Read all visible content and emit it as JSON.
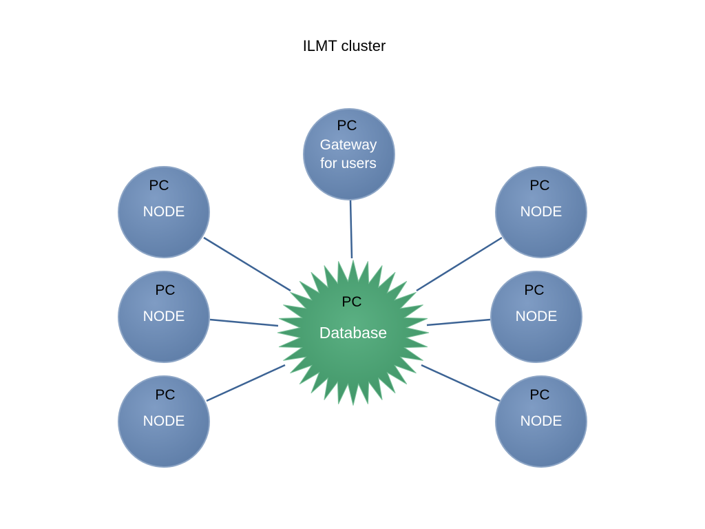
{
  "title": "ILMT cluster",
  "center": {
    "label_top": "PC",
    "label_main": "Database",
    "color": "#4ea374"
  },
  "gateway": {
    "label_top": "PC",
    "label_line1": "Gateway",
    "label_line2": "for users"
  },
  "nodes": [
    {
      "label_top": "PC",
      "label_main": "NODE"
    },
    {
      "label_top": "PC",
      "label_main": "NODE"
    },
    {
      "label_top": "PC",
      "label_main": "NODE"
    },
    {
      "label_top": "PC",
      "label_main": "NODE"
    },
    {
      "label_top": "PC",
      "label_main": "NODE"
    },
    {
      "label_top": "PC",
      "label_main": "NODE"
    }
  ],
  "colors": {
    "circle_fill": "#6c8ab4",
    "circle_stroke": "#8ea6c6",
    "connector": "#3c6394"
  }
}
